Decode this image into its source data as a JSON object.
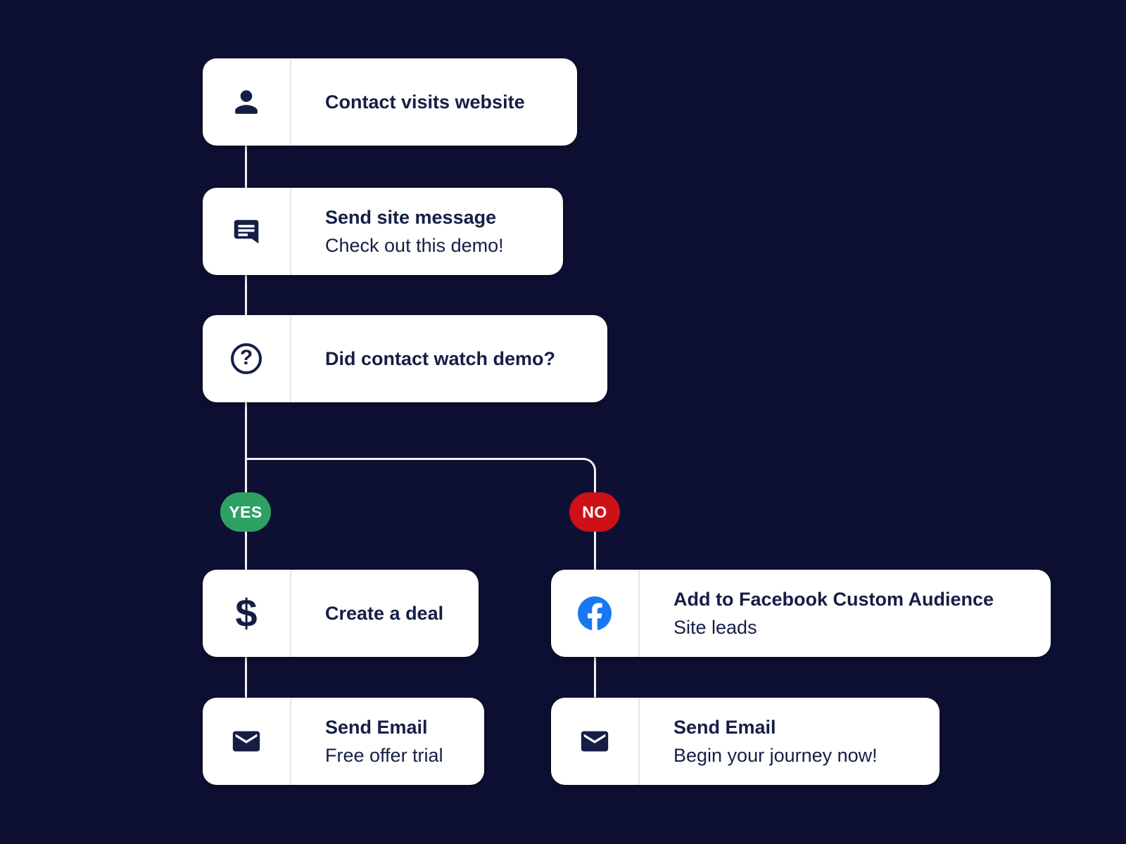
{
  "flow": {
    "background_color": "#0d1033",
    "connector_color": "#f2f2f7",
    "card_bg_color": "#ffffff",
    "card_text_color": "#161e46",
    "nodes": [
      {
        "icon": "person-icon",
        "title": "Contact visits website",
        "subtitle": ""
      },
      {
        "icon": "site-message-icon",
        "title": "Send site message",
        "subtitle": "Check out this demo!"
      },
      {
        "icon": "question-icon",
        "title": "Did contact watch demo?",
        "subtitle": ""
      },
      {
        "icon": "dollar-icon",
        "title": "Create a deal",
        "subtitle": ""
      },
      {
        "icon": "facebook-icon",
        "title": "Add to Facebook Custom Audience",
        "subtitle": "Site leads"
      },
      {
        "icon": "email-icon",
        "title": "Send Email",
        "subtitle": "Free offer trial"
      },
      {
        "icon": "email-icon",
        "title": "Send Email",
        "subtitle": "Begin your journey now!"
      }
    ],
    "branch": {
      "yes": {
        "label": "YES",
        "color": "#2da164"
      },
      "no": {
        "label": "NO",
        "color": "#cd1117"
      }
    },
    "brand": {
      "facebook_blue": "#1877f2"
    },
    "dollar_glyph": "$",
    "question_glyph": "?"
  }
}
